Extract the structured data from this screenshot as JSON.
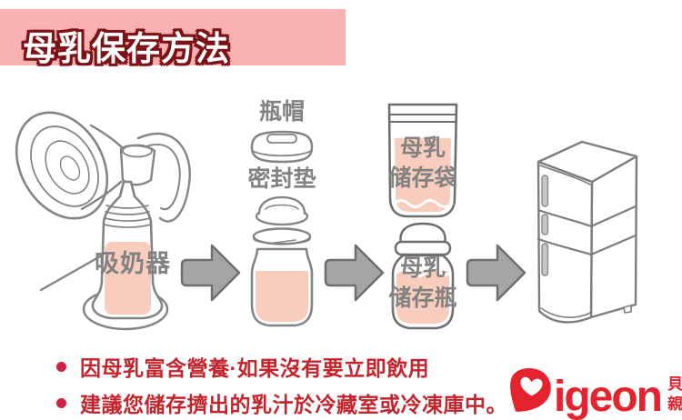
{
  "header": {
    "title": "母乳保存方法"
  },
  "colors": {
    "banner_pink": "#f9b1b1",
    "title_outline_red": "#7d1216",
    "milk_pink": "#f9cdbd",
    "illustration_gray": "#808080",
    "arrow_gray": "#a5a5a5",
    "note_red": "#c4242c",
    "brand_red": "#e4232e"
  },
  "diagram": {
    "pump_label": "吸奶器",
    "cap_label": "瓶帽",
    "gasket_label": "密封垫",
    "bag_label": [
      "母乳",
      "储存袋"
    ],
    "bottle_label": [
      "母乳",
      "储存瓶"
    ]
  },
  "notes": [
    "因母乳富含營養·如果沒有要立即飲用",
    "建議您儲存擠出的乳汁於冷藏室或冷凍庫中。"
  ],
  "logo": {
    "wordmark": "Pigeon",
    "wordmark_rest": "igeon",
    "cjk_top": "貝",
    "cjk_bottom": "親"
  }
}
